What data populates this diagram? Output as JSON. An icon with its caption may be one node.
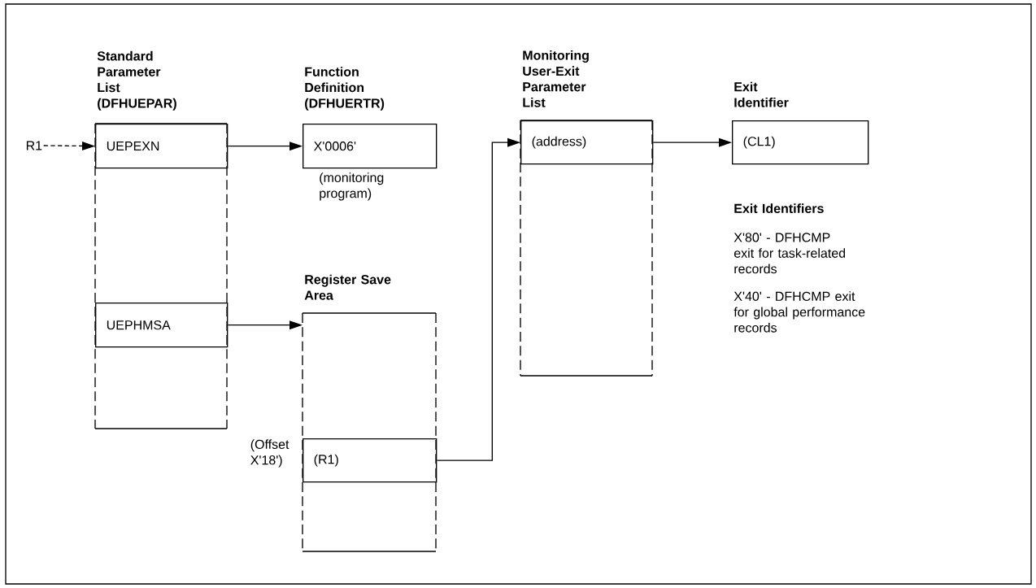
{
  "diagram": {
    "nodes": [
      {
        "text": [
          "Standard Parameter List (DFHUEPAR)"
        ]
      },
      {
        "text": [
          "UEPEXN"
        ],
        "in": 0
      },
      {
        "text": [
          "UEPHMSA"
        ],
        "in": 0
      },
      {
        "text": [
          "Function Definition (DFHUERTR)",
          "X'0006'"
        ],
        "beside": [
          "(monitoring program)"
        ]
      },
      {
        "text": [
          "Register Save Area"
        ]
      },
      {
        "text": [
          "(R1)"
        ],
        "in": 4,
        "beside": [
          "(Offset X'18')"
        ]
      },
      {
        "text": [
          "Monitoring User-Exit Parameter List"
        ]
      },
      {
        "text": [
          "(address)"
        ],
        "in": 6
      },
      {
        "text": [
          "Exit Identifier",
          "(CL1)"
        ]
      },
      {
        "text": [
          "R1"
        ]
      }
    ],
    "edges": [
      {
        "from": 9,
        "to": 1,
        "arrow": "to",
        "style": "dashed"
      },
      {
        "from": 1,
        "to": 3,
        "arrow": "to"
      },
      {
        "from": 2,
        "to": 4,
        "arrow": "to"
      },
      {
        "from": 5,
        "to": 7,
        "arrow": "to"
      },
      {
        "from": 7,
        "to": 8,
        "arrow": "to"
      }
    ],
    "labels": [
      "Exit Identifiers",
      "X'80' - DFHCMP exit for task-related records",
      "X'40' - DFHCMP exit for global performance records"
    ]
  }
}
